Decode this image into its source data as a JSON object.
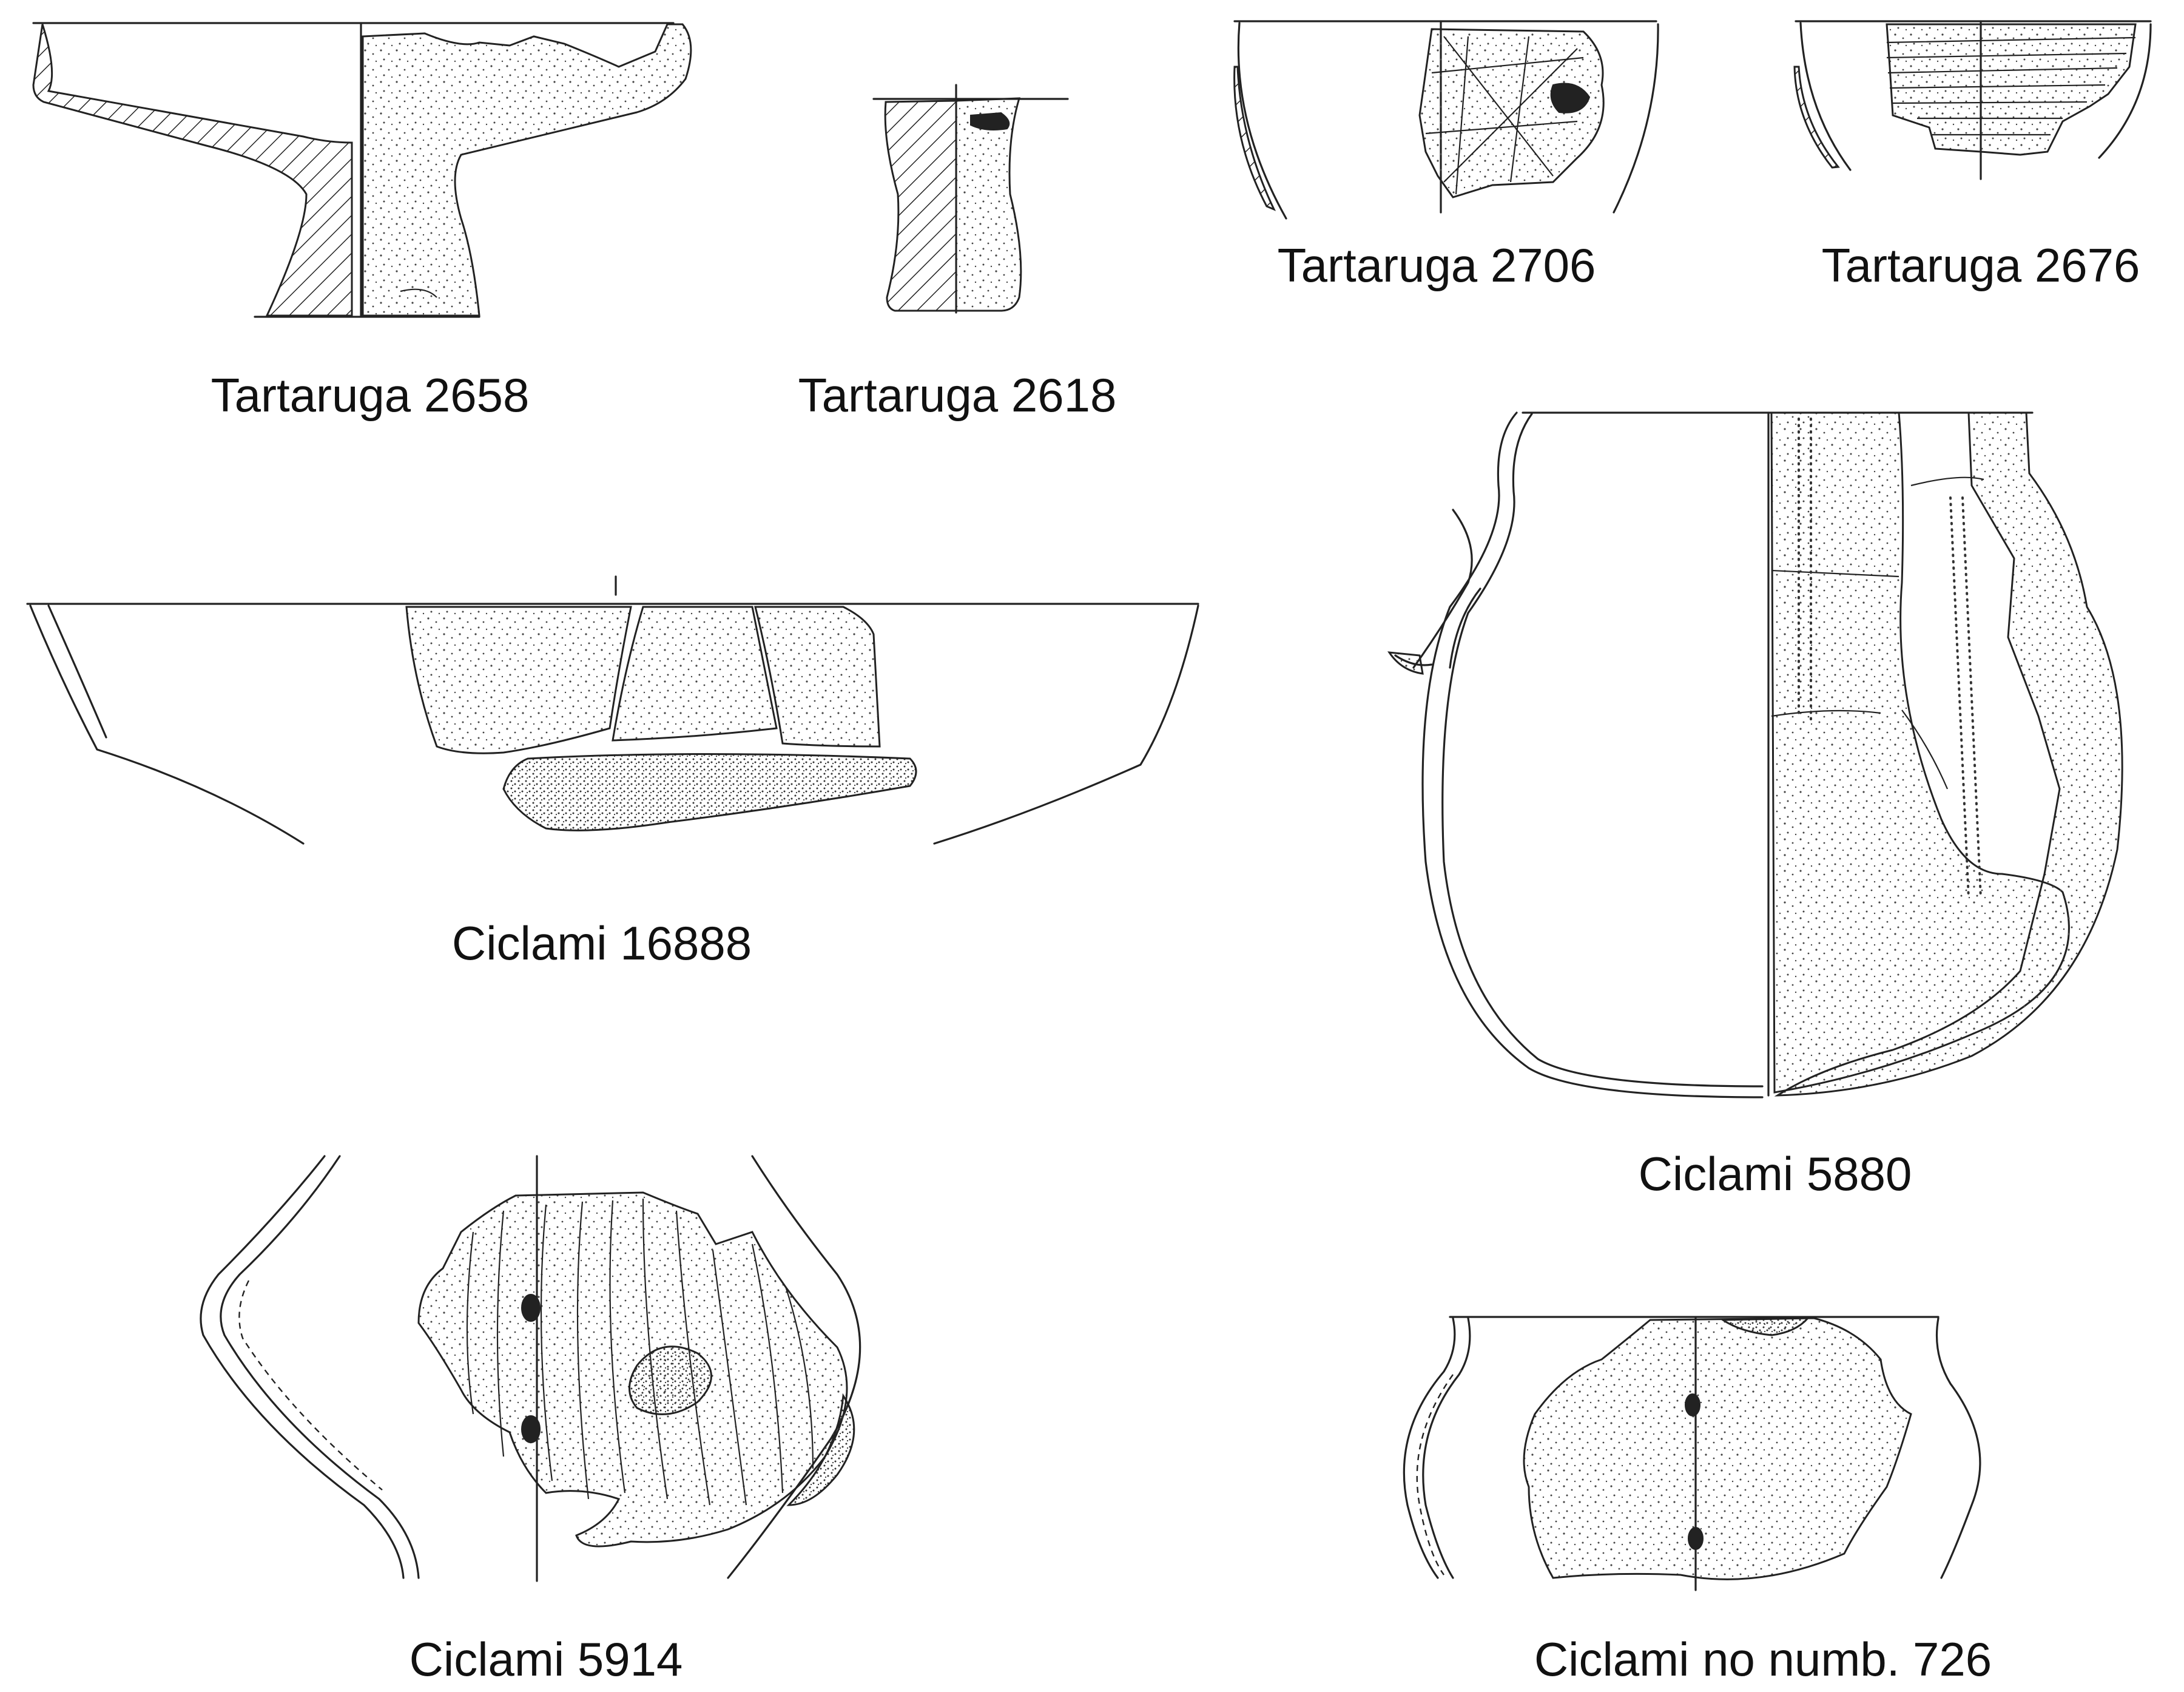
{
  "figure": {
    "items": [
      {
        "id": "tartaruga-2658",
        "caption": "Tartaruga 2658"
      },
      {
        "id": "tartaruga-2618",
        "caption": "Tartaruga 2618"
      },
      {
        "id": "tartaruga-2706",
        "caption": "Tartaruga 2706"
      },
      {
        "id": "tartaruga-2676",
        "caption": "Tartaruga 2676"
      },
      {
        "id": "ciclami-16888",
        "caption": "Ciclami 16888"
      },
      {
        "id": "ciclami-5880",
        "caption": "Ciclami 5880"
      },
      {
        "id": "ciclami-5914",
        "caption": "Ciclami 5914"
      },
      {
        "id": "ciclami-726",
        "caption": "Ciclami no numb. 726"
      }
    ]
  }
}
